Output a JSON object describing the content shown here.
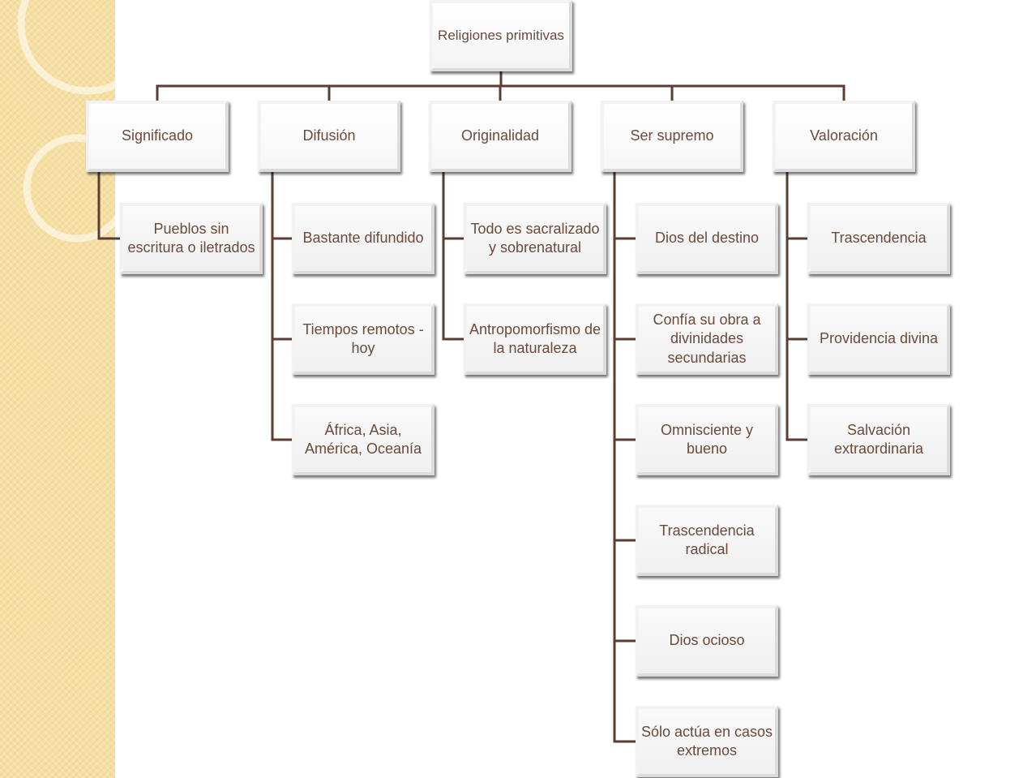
{
  "diagram": {
    "root": {
      "label": "Religiones primitivas"
    },
    "categories": [
      {
        "label": "Significado",
        "items": [
          "Pueblos sin escritura o iletrados"
        ]
      },
      {
        "label": "Difusión",
        "items": [
          "Bastante difundido",
          "Tiempos remotos - hoy",
          "África, Asia, América, Oceanía"
        ]
      },
      {
        "label": "Originalidad",
        "items": [
          "Todo es sacralizado y sobrenatural",
          "Antropomorfismo de la naturaleza"
        ]
      },
      {
        "label": "Ser supremo",
        "items": [
          "Dios del destino",
          "Confía su obra a divinidades secundarias",
          "Omnisciente y bueno",
          "Trascendencia radical",
          "Dios ocioso",
          "Sólo actúa en casos extremos"
        ]
      },
      {
        "label": "Valoración",
        "items": [
          "Trascendencia",
          "Providencia divina",
          "Salvación extraordinaria"
        ]
      }
    ]
  },
  "colors": {
    "text": "#6b4a3a",
    "connector": "#5a3e33",
    "sidebar": "#f6dfa2"
  }
}
